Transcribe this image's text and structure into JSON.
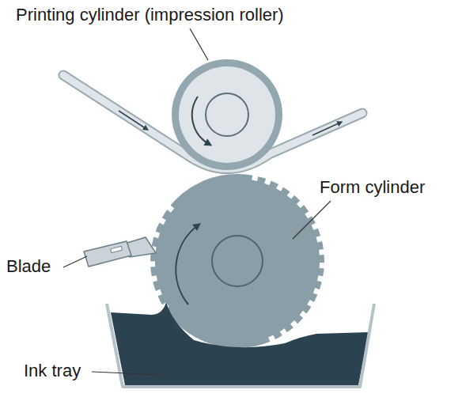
{
  "diagram": {
    "labels": [
      "Printing cylinder (impression roller)",
      "Form cylinder",
      "Blade",
      "Ink tray"
    ]
  }
}
